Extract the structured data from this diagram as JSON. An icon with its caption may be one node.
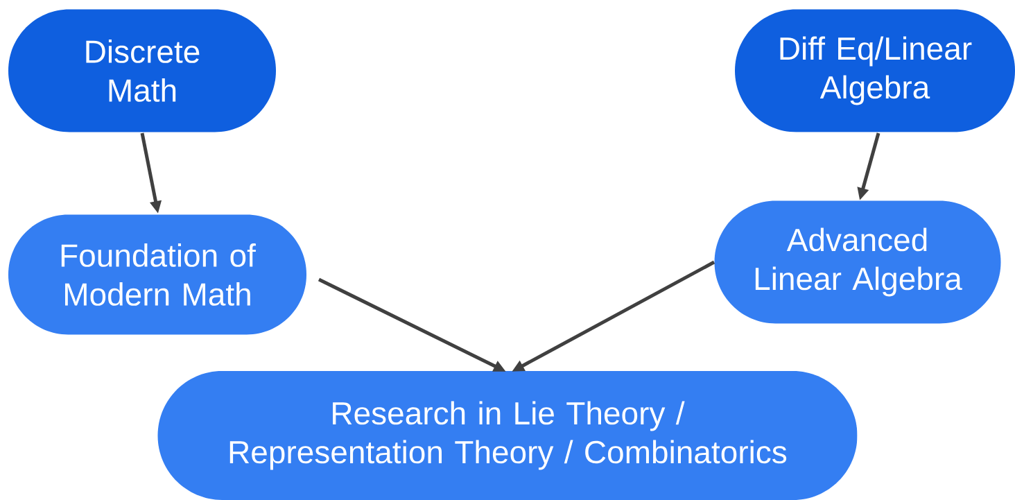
{
  "diagram": {
    "nodes": [
      {
        "text": [
          "Discrete Math"
        ]
      },
      {
        "text": [
          "Diff Eq/Linear Algebra"
        ]
      },
      {
        "text": [
          "Foundation of Modern Math"
        ]
      },
      {
        "text": [
          "Advanced Linear Algebra"
        ]
      },
      {
        "text": [
          "Research in Lie Theory / Representation Theory / Combinatorics"
        ]
      }
    ],
    "edges": [
      {
        "from": 0,
        "to": 2,
        "arrow": "to"
      },
      {
        "from": 1,
        "to": 3,
        "arrow": "to"
      },
      {
        "from": 2,
        "to": 4,
        "arrow": "to"
      },
      {
        "from": 3,
        "to": 4,
        "arrow": "to"
      }
    ]
  }
}
